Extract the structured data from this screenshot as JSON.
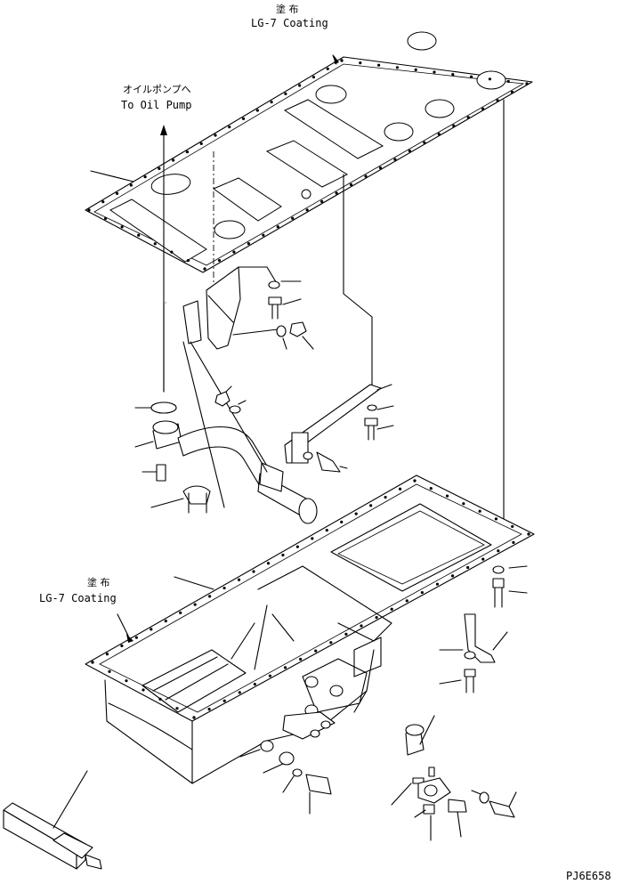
{
  "labels": {
    "coating_top_jp": "塗 布",
    "coating_top_en": "LG-7 Coating",
    "pump_jp": "オイルポンプへ",
    "pump_en": "To Oil Pump",
    "coating_side_jp": "塗 布",
    "coating_side_en": "LG-7 Coating",
    "drawing_code": "PJ6E658"
  }
}
